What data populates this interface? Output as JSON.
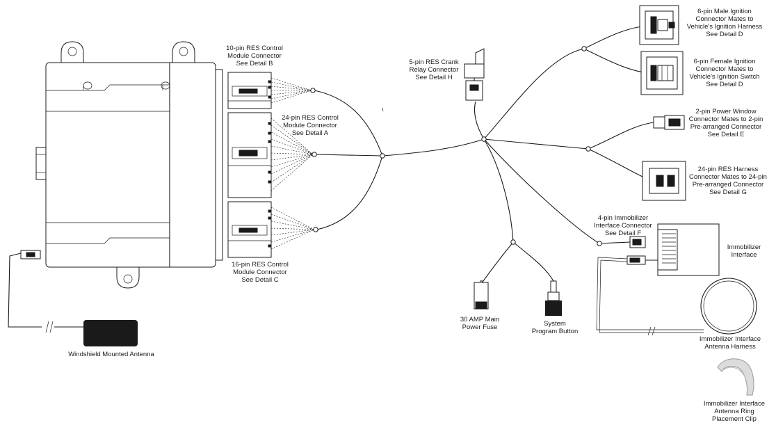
{
  "labels": {
    "pin10": [
      "10-pin RES Control",
      "Module Connector",
      "See Detail B"
    ],
    "pin24": [
      "24-pin RES Control",
      "Module Connector",
      "See Detail A"
    ],
    "pin16": [
      "16-pin RES Control",
      "Module Connector",
      "See Detail C"
    ],
    "antenna": [
      "Windshield Mounted Antenna"
    ],
    "crank": [
      "5-pin RES Crank",
      "Relay Connector",
      "See Detail H"
    ],
    "male_ign": [
      "6-pin Male Ignition",
      "Connector Mates to",
      "Vehicle's Ignition Harness",
      "See Detail D"
    ],
    "female_ign": [
      "6-pin Female Ignition",
      "Connector Mates to",
      "Vehicle's Ignition Switch",
      "See Detail D"
    ],
    "window": [
      "2-pin Power Window",
      "Connector Mates to 2-pin",
      "Pre-arranged Connector",
      "See Detail E"
    ],
    "harness24": [
      "24-pin RES Harness",
      "Connector Mates to 24-pin",
      "Pre-arranged Connector",
      "See Detail G"
    ],
    "immob4": [
      "4-pin Immobilizer",
      "Interface Connector",
      "See Detail F"
    ],
    "immob_interface": [
      "Immobilizer",
      "Interface"
    ],
    "fuse": [
      "30 AMP Main",
      "Power Fuse"
    ],
    "button": [
      "System",
      "Program Button"
    ],
    "ring_harness": [
      "Immobilizer Interface",
      "Antenna Harness"
    ],
    "ring_clip": [
      "Immobilizer Interface",
      "Antenna Ring",
      "Placement Clip"
    ]
  }
}
